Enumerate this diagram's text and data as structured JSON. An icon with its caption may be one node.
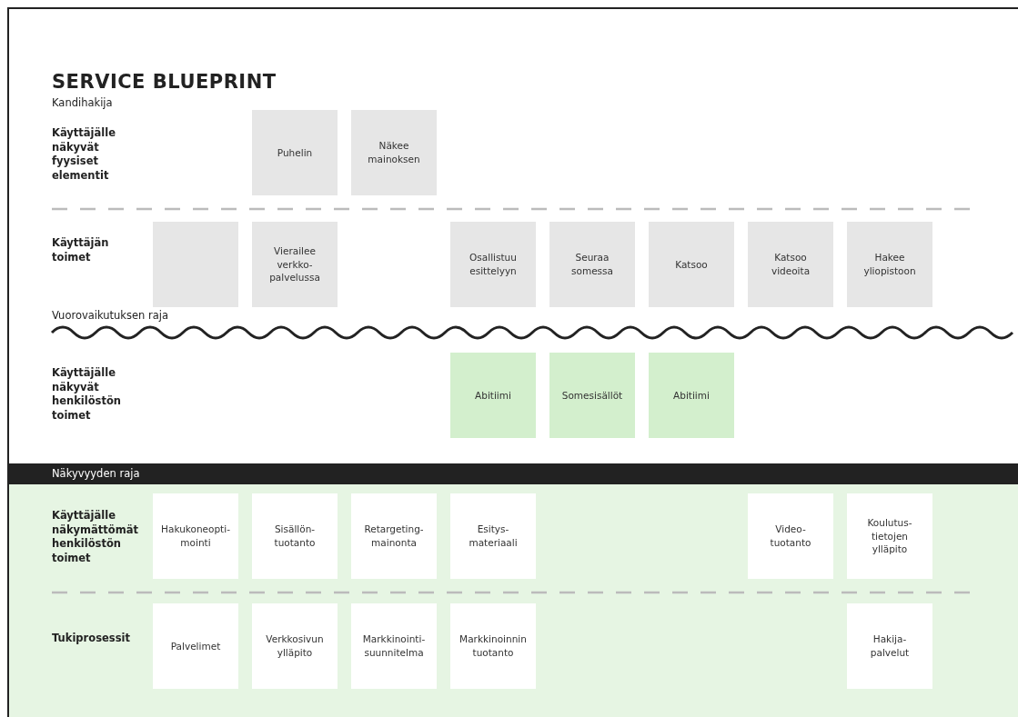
{
  "diagram": {
    "title": "SERVICE BLUEPRINT",
    "nodes": [
      {
        "text": [
          "Puhelin"
        ]
      },
      {
        "text": [
          "Näkee mainoksen"
        ]
      },
      {
        "text": [],
        "shape": "box"
      },
      {
        "text": [
          "Vierailee verkko- palvelussa"
        ]
      },
      {
        "text": [
          "Osallistuu esittelyyn"
        ]
      },
      {
        "text": [
          "Seuraa somessa"
        ]
      },
      {
        "text": [
          "Katsoo"
        ]
      },
      {
        "text": [
          "Katsoo videoita"
        ]
      },
      {
        "text": [
          "Hakee yliopistoon"
        ]
      },
      {
        "text": [
          "Abitiimi"
        ]
      },
      {
        "text": [
          "Somesisällöt"
        ]
      },
      {
        "text": [
          "Abitiimi"
        ]
      },
      {
        "text": [
          "Näkyvyyden raja"
        ]
      },
      {
        "text": [
          "Hakukoneopti- mointi"
        ]
      },
      {
        "text": [
          "Sisällön- tuotanto"
        ]
      },
      {
        "text": [
          "Retargeting- mainonta"
        ]
      },
      {
        "text": [
          "Esitys- materiaali"
        ]
      },
      {
        "text": [
          "Video- tuotanto"
        ]
      },
      {
        "text": [
          "Koulutus- tietojen ylläpito"
        ]
      },
      {
        "text": [
          "Palvelimet"
        ]
      },
      {
        "text": [
          "Verkkosivun ylläpito"
        ]
      },
      {
        "text": [
          "Markkinointi- suunnitelma"
        ]
      },
      {
        "text": [
          "Markkinoinnin tuotanto"
        ]
      },
      {
        "text": [
          "Hakija- palvelut"
        ]
      }
    ],
    "labels": [
      "Kandihakija",
      "Käyttäjälle näkyvät fyysiset elementit",
      "Käyttäjän toimet",
      "Vuorovaikutuksen raja",
      "Käyttäjälle näkyvät henkilöstön toimet",
      "Käyttäjälle näkymättömät henkilöstön toimet",
      "Tukiprosessit"
    ]
  }
}
